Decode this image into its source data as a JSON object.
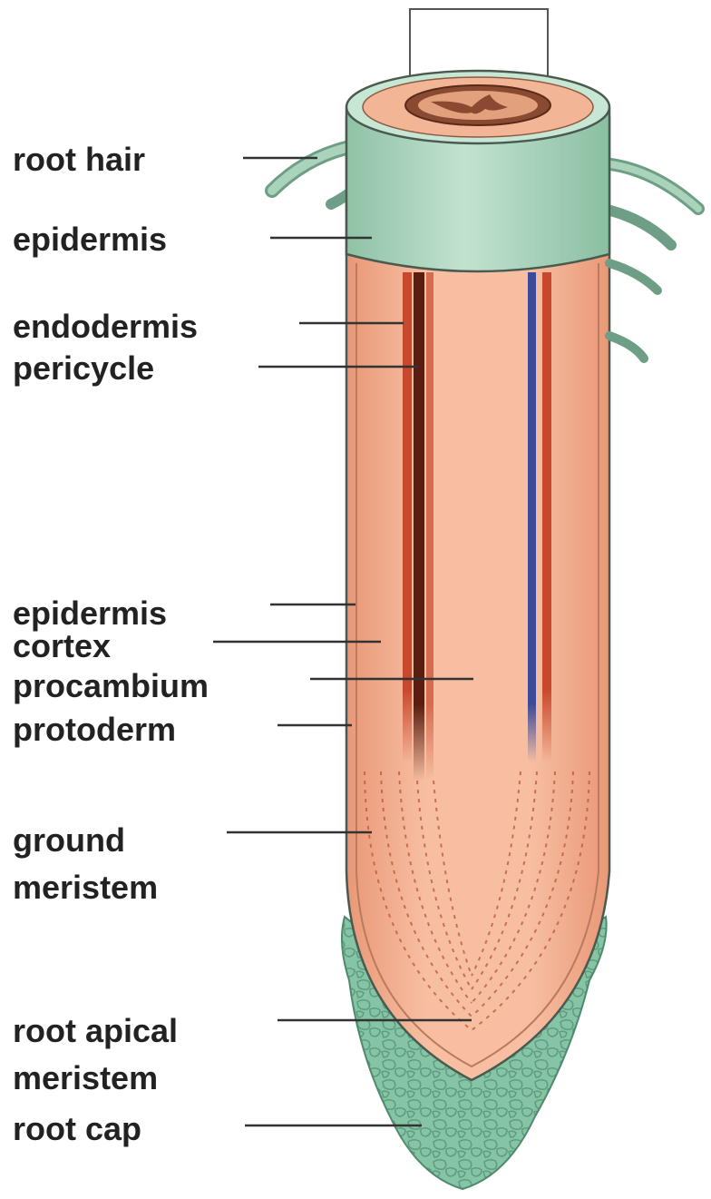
{
  "labels": {
    "root_hair": "root hair",
    "epidermis_upper": "epidermis",
    "endodermis": "endodermis",
    "pericycle": "pericycle",
    "epidermis_lower": "epidermis",
    "cortex": "cortex",
    "procambium": "procambium",
    "protoderm": "protoderm",
    "ground_meristem_line1": "ground",
    "ground_meristem_line2": "meristem",
    "root_apical_meristem_line1": "root apical",
    "root_apical_meristem_line2": "meristem",
    "root_cap": "root cap"
  },
  "colors": {
    "cortex_fill": "#f4b08f",
    "epidermis_green": "#a9d4bb",
    "epidermis_dark": "#6e9f86",
    "outline": "#4a5a50",
    "xylem_red": "#c8482c",
    "phloem_dark": "#5a1e10",
    "vascular_blue": "#3b4a9a",
    "root_cap_green": "#7fbfa0",
    "label_text": "#222222",
    "leader_line": "#333333"
  }
}
